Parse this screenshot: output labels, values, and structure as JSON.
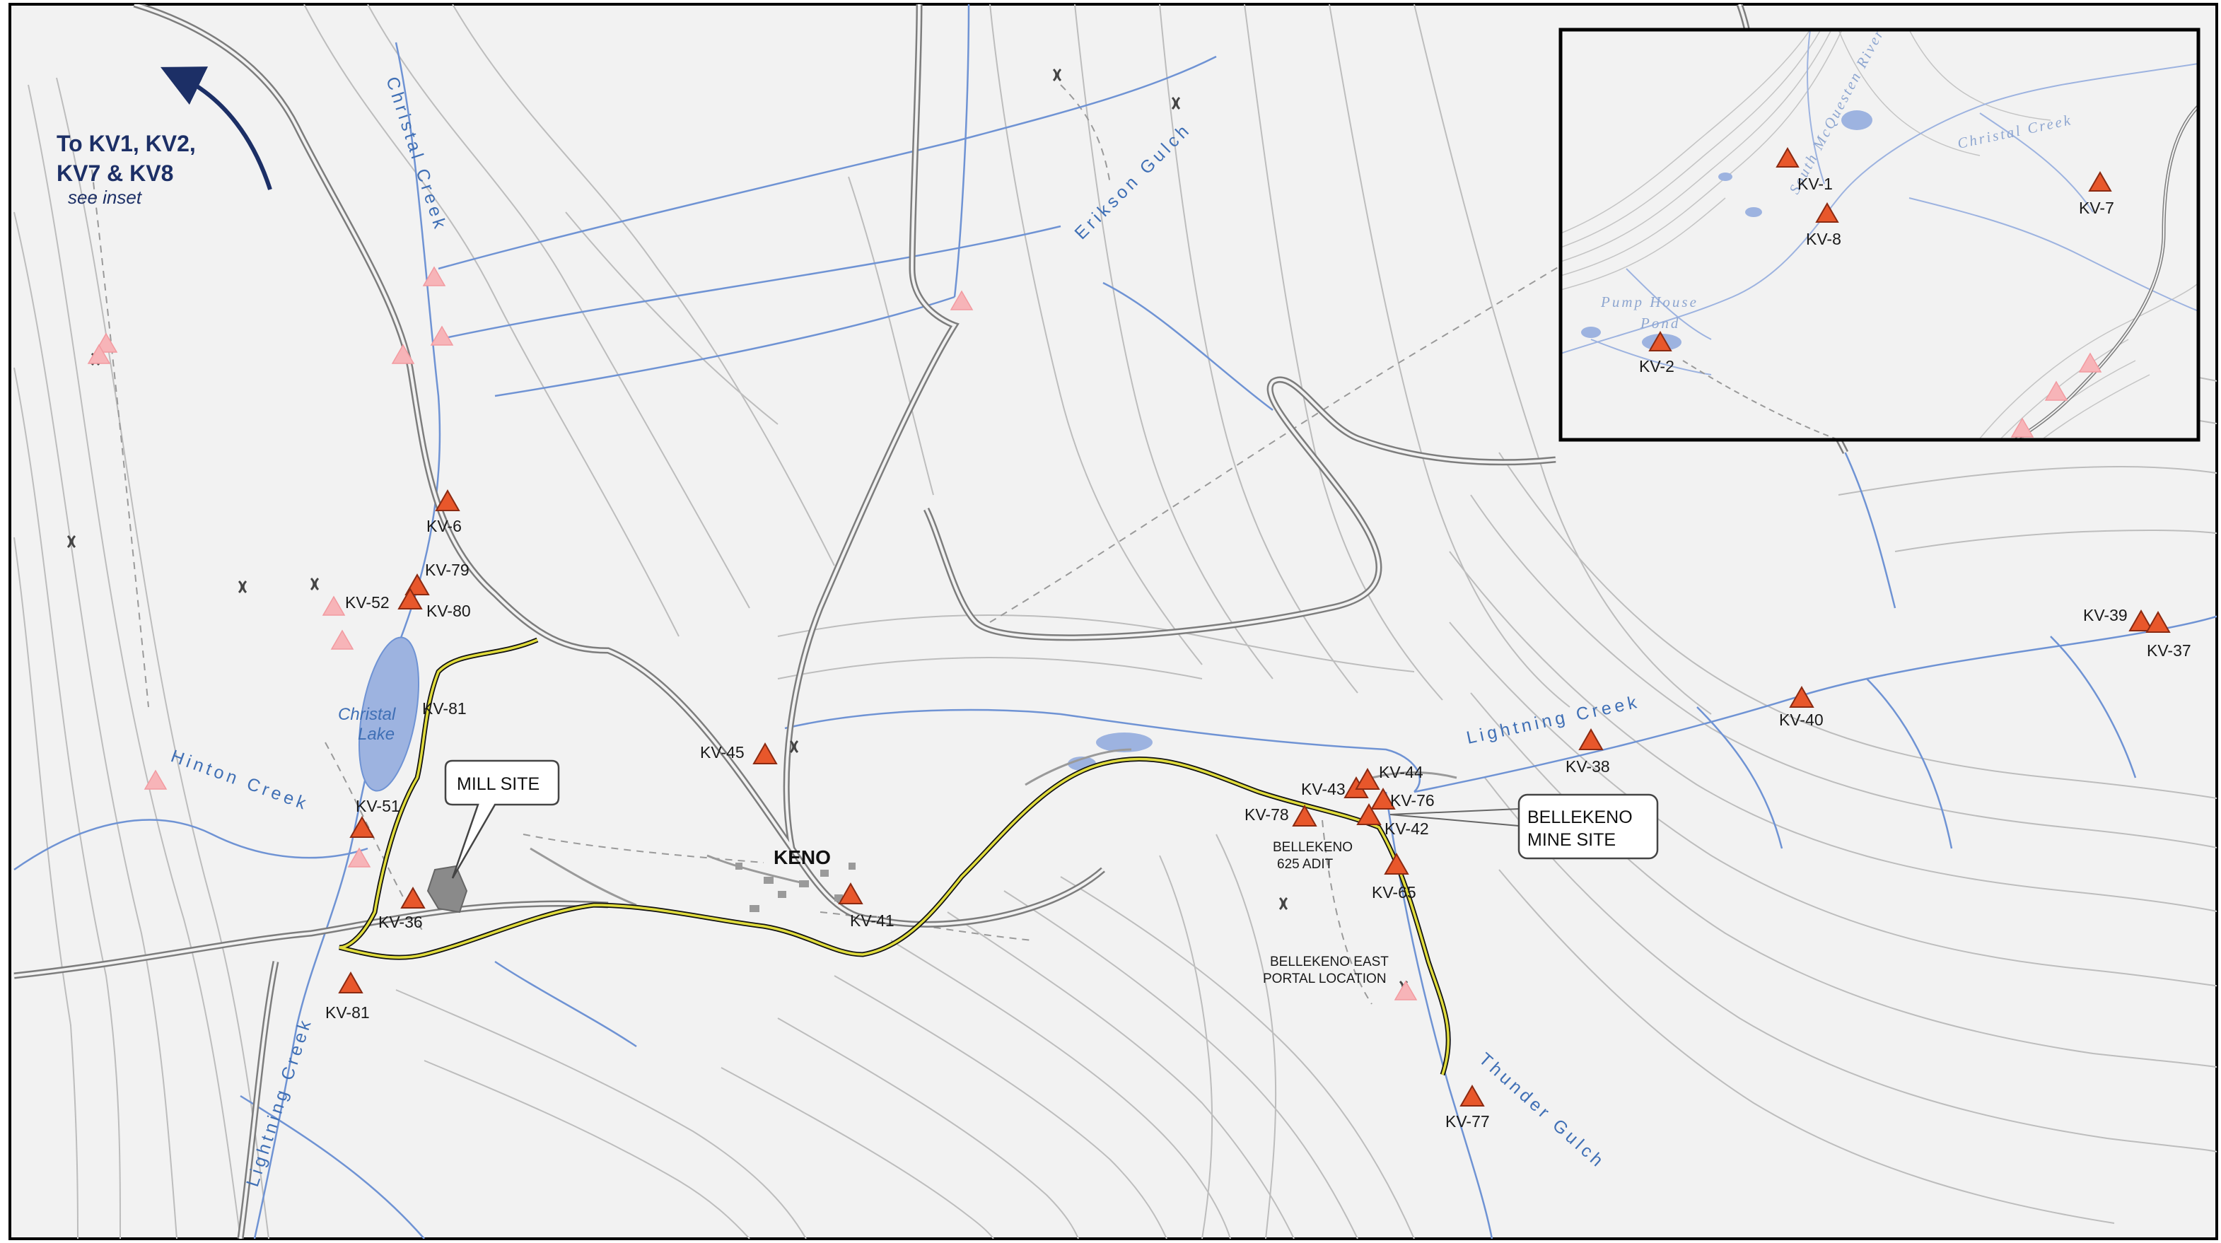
{
  "map": {
    "direction_note": {
      "line1": "To  KV1, KV2,",
      "line2": "KV7 & KV8",
      "line3": "see inset"
    },
    "place_keno": "KENO",
    "mill_site": "MILL SITE",
    "mine_site": {
      "line1": "BELLEKENO",
      "line2": "MINE SITE"
    },
    "adit_625": {
      "line1": "BELLEKENO",
      "line2": "625 ADIT"
    },
    "east_portal": {
      "line1": "BELLEKENO EAST",
      "line2": "PORTAL LOCATION"
    },
    "christal_lake": {
      "line1": "Christal",
      "line2": "Lake"
    },
    "waterways": {
      "christal_creek": "Christal Creek",
      "erikson_gulch": "Erikson Gulch",
      "hinton_creek": "Hinton Creek",
      "lightning_creek_east": "Lightning Creek",
      "lightning_creek_west": "Lightning Creek",
      "thunder_gulch": "Thunder Gulch"
    },
    "stations": [
      "KV-6",
      "KV-79",
      "KV-52",
      "KV-80",
      "KV-81",
      "KV-51",
      "KV-36",
      "KV-81",
      "KV-45",
      "KV-41",
      "KV-43",
      "KV-44",
      "KV-76",
      "KV-78",
      "KV-42",
      "KV-65",
      "KV-38",
      "KV-40",
      "KV-39",
      "KV-37",
      "KV-77"
    ],
    "inset": {
      "river": "South McQuesten River",
      "creek": "Christal Creek",
      "pond": {
        "line1": "Pump House",
        "line2": "Pond"
      },
      "stations": [
        "KV-1",
        "KV-8",
        "KV-7",
        "KV-2"
      ]
    },
    "colors": {
      "background": "#f2f2f2",
      "station_fill": "#e8572b",
      "faded_station": "#f7b4b8",
      "water": "#6f93d4",
      "road": "#8c8c8c",
      "boundary": "#e0dc3c",
      "arrow": "#1c2f66"
    }
  }
}
